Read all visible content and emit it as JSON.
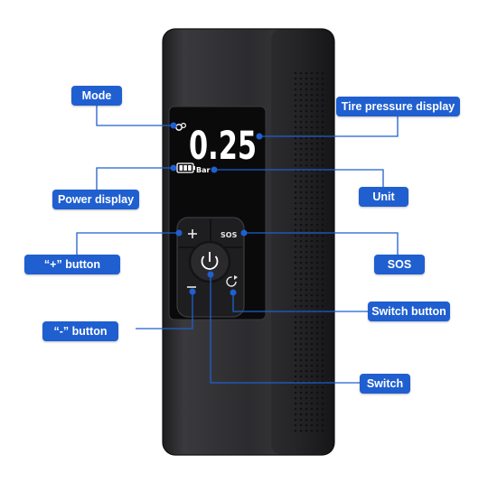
{
  "display": {
    "reading": "0.25",
    "unit_text": "Bar",
    "sos_text": "SOS"
  },
  "callouts": {
    "mode": "Mode",
    "tire_pressure_display": "Tire pressure display",
    "power_display": "Power display",
    "unit": "Unit",
    "plus_button": "“+” button",
    "sos": "SOS",
    "switch_button": "Switch button",
    "minus_button": "“-” button",
    "switch": "Switch"
  },
  "colors": {
    "callout_bg": "#1f5fd0",
    "leader_line": "#1f5fd0",
    "device_body": "#2b2b2d",
    "lcd_text": "#ffffff"
  },
  "icons": [
    "mode-icon",
    "battery-icon",
    "plus-icon",
    "minus-icon",
    "power-icon",
    "switch-cycle-icon"
  ]
}
